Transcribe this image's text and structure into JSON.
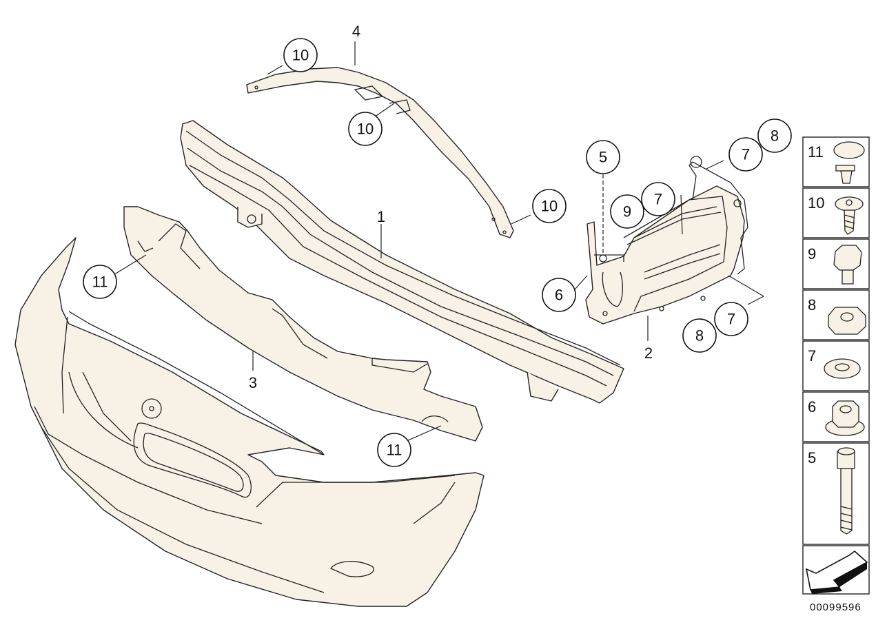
{
  "diagram": {
    "reference_number": "00099596",
    "callouts": {
      "c10a": "10",
      "c10b": "10",
      "c10c": "10",
      "c11a": "11",
      "c11b": "11",
      "c5": "5",
      "c6": "6",
      "c7a": "7",
      "c7b": "7",
      "c7c": "7",
      "c8a": "8",
      "c8b": "8",
      "c9": "9"
    },
    "plain_labels": {
      "l1": "1",
      "l2": "2",
      "l3": "3",
      "l4": "4"
    },
    "legend": [
      {
        "number": "11",
        "part": "clip-rivet-icon"
      },
      {
        "number": "10",
        "part": "screw-icon"
      },
      {
        "number": "9",
        "part": "hex-bolt-icon"
      },
      {
        "number": "8",
        "part": "hex-nut-icon"
      },
      {
        "number": "7",
        "part": "washer-icon"
      },
      {
        "number": "6",
        "part": "flange-nut-icon"
      },
      {
        "number": "5",
        "part": "socket-bolt-icon"
      },
      {
        "number": "",
        "part": "direction-arrow-icon"
      }
    ]
  }
}
